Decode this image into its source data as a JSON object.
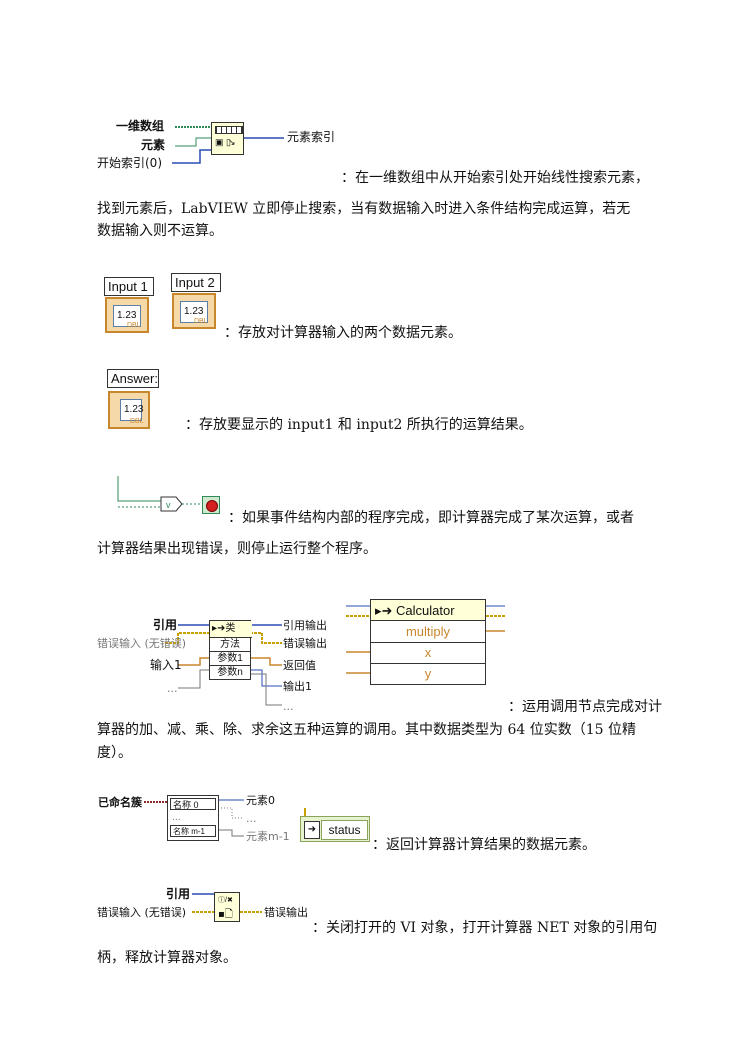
{
  "section1": {
    "in_array": "一维数组",
    "in_element": "元素",
    "in_start": "开始索引(0)",
    "out_index": "元素索引",
    "line1": "：在一维数组中从开始索引处开始线性搜索元素，",
    "line2": "找到元素后，LabVIEW 立即停止搜索，当有数据输入时进入条件结构完成运算，若无",
    "line3": "数据输入则不运算。"
  },
  "section2": {
    "input1_label": "Input 1",
    "input2_label": "Input 2",
    "value1": "1.23",
    "value2": "1.23",
    "dbl": "DBL",
    "text": "：存放对计算器输入的两个数据元素。"
  },
  "section3": {
    "answer_label": "Answer:",
    "value": "1.23",
    "dbl": "DBL",
    "text": "：存放要显示的 input1 和 input2 所执行的运算结果。"
  },
  "section4": {
    "line1": "：如果事件结构内部的程序完成，即计算器完成了某次运算，或者",
    "line2": "计算器结果出现错误，则停止运行整个程序。"
  },
  "section5": {
    "ref": "引用",
    "err_in": "错误输入 (无错误)",
    "input1": "输入1",
    "ellipsis": "...",
    "class": "类",
    "method": "方法",
    "param1": "参数1",
    "param_n": "参数n",
    "ref_out": "引用输出",
    "err_out": "错误输出",
    "return_val": "返回值",
    "out1": "输出1",
    "calc_title": "Calculator",
    "calc_method": "multiply",
    "calc_x": "x",
    "calc_y": "y",
    "line1": "：运用调用节点完成对计",
    "line2": "算器的加、减、乘、除、求余这五种运算的调用。其中数据类型为 64 位实数（15 位精",
    "line3": "度）。"
  },
  "section6": {
    "cluster": "已命名簇",
    "name0": "名称 0",
    "name_m": "名称 m-1",
    "elem0": "元素0",
    "elem_m": "元素m-1",
    "dots": "...",
    "status": "status",
    "text": "：返回计算器计算结果的数据元素。"
  },
  "section7": {
    "ref": "引用",
    "err_in": "错误输入 (无错误)",
    "err_out": "错误输出",
    "line1": "：关闭打开的 VI 对象，打开计算器 NET 对象的引用句",
    "line2": "柄，释放计算器对象。"
  }
}
